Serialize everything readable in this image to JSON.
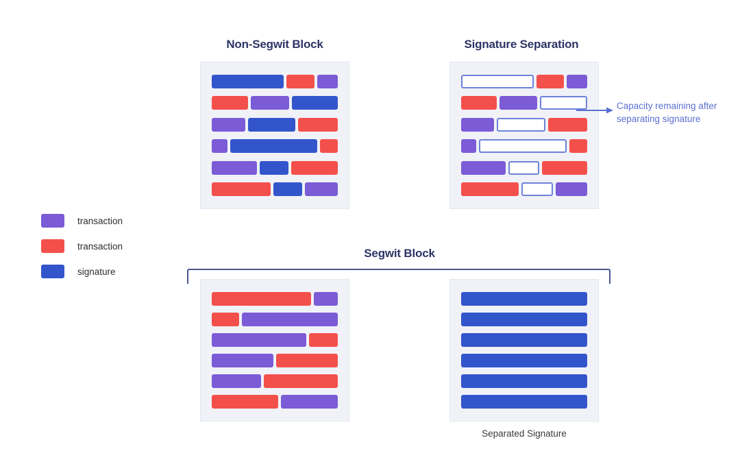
{
  "titles": {
    "non_segwit": "Non-Segwit Block",
    "signature_separation": "Signature Separation",
    "segwit": "Segwit Block"
  },
  "callout": {
    "text": "Capacity remaining after separating signature",
    "color": "#5b6fd0",
    "arrow_icon": "arrow-right-icon"
  },
  "caption": {
    "separated_signature": "Separated Signature"
  },
  "legend": {
    "items": [
      {
        "label": "transaction",
        "type": "transaction-purple",
        "color": "#7b5bd6"
      },
      {
        "label": "transaction",
        "type": "transaction-red",
        "color": "#f4504b"
      },
      {
        "label": "signature",
        "type": "signature-blue",
        "color": "#3355cc"
      }
    ]
  },
  "colors": {
    "transaction_purple": "#7b5bd6",
    "transaction_red": "#f4504b",
    "signature_blue": "#3355cc",
    "signature_hollow_border": "#6d82d8",
    "panel_background": "#f0f2f8",
    "title_text": "#2d3466",
    "bracket": "#4a5590"
  },
  "chart_data": {
    "type": "diagram",
    "title": "SegWit block capacity comparison",
    "panels": [
      {
        "name": "non-segwit-block",
        "title": "Non-Segwit Block",
        "rows": [
          [
            {
              "type": "signature-blue",
              "w": 97
            },
            {
              "type": "transaction-red",
              "w": 38
            },
            {
              "type": "transaction-purple",
              "w": 28
            }
          ],
          [
            {
              "type": "transaction-red",
              "w": 30
            },
            {
              "type": "transaction-purple",
              "w": 32
            },
            {
              "type": "signature-blue",
              "w": 38
            }
          ],
          [
            {
              "type": "transaction-purple",
              "w": 28
            },
            {
              "type": "signature-blue",
              "w": 39
            },
            {
              "type": "transaction-red",
              "w": 33
            }
          ],
          [
            {
              "type": "transaction-purple",
              "w": 13
            },
            {
              "type": "signature-blue",
              "w": 72
            },
            {
              "type": "transaction-red",
              "w": 15
            }
          ],
          [
            {
              "type": "transaction-purple",
              "w": 33
            },
            {
              "type": "signature-blue",
              "w": 21
            },
            {
              "type": "transaction-red",
              "w": 34
            }
          ],
          [
            {
              "type": "transaction-red",
              "w": 49
            },
            {
              "type": "signature-blue",
              "w": 24
            },
            {
              "type": "transaction-purple",
              "w": 27
            }
          ]
        ]
      },
      {
        "name": "signature-separation",
        "title": "Signature Separation",
        "rows": [
          [
            {
              "type": "signature-hollow",
              "w": 97
            },
            {
              "type": "transaction-red",
              "w": 38
            },
            {
              "type": "transaction-purple",
              "w": 28
            }
          ],
          [
            {
              "type": "transaction-red",
              "w": 30
            },
            {
              "type": "transaction-purple",
              "w": 32
            },
            {
              "type": "signature-hollow",
              "w": 38
            }
          ],
          [
            {
              "type": "transaction-purple",
              "w": 28
            },
            {
              "type": "signature-hollow",
              "w": 39
            },
            {
              "type": "transaction-red",
              "w": 33
            }
          ],
          [
            {
              "type": "transaction-purple",
              "w": 13
            },
            {
              "type": "signature-hollow",
              "w": 72
            },
            {
              "type": "transaction-red",
              "w": 15
            }
          ],
          [
            {
              "type": "transaction-purple",
              "w": 33
            },
            {
              "type": "signature-hollow",
              "w": 21
            },
            {
              "type": "transaction-red",
              "w": 34
            }
          ],
          [
            {
              "type": "transaction-red",
              "w": 49
            },
            {
              "type": "signature-hollow",
              "w": 24
            },
            {
              "type": "transaction-purple",
              "w": 27
            }
          ]
        ]
      },
      {
        "name": "segwit-block-transactions",
        "title": "Segwit Block",
        "rows": [
          [
            {
              "type": "transaction-red",
              "w": 79
            },
            {
              "type": "transaction-purple",
              "w": 19
            }
          ],
          [
            {
              "type": "transaction-red",
              "w": 22
            },
            {
              "type": "transaction-purple",
              "w": 76
            }
          ],
          [
            {
              "type": "transaction-purple",
              "w": 75
            },
            {
              "type": "transaction-red",
              "w": 23
            }
          ],
          [
            {
              "type": "transaction-purple",
              "w": 49
            },
            {
              "type": "transaction-red",
              "w": 49
            }
          ],
          [
            {
              "type": "transaction-purple",
              "w": 39
            },
            {
              "type": "transaction-red",
              "w": 59
            }
          ],
          [
            {
              "type": "transaction-red",
              "w": 53
            },
            {
              "type": "transaction-purple",
              "w": 45
            }
          ]
        ]
      },
      {
        "name": "separated-signature",
        "title": "Separated Signature",
        "rows": [
          [
            {
              "type": "signature-blue",
              "w": 100
            }
          ],
          [
            {
              "type": "signature-blue",
              "w": 100
            }
          ],
          [
            {
              "type": "signature-blue",
              "w": 100
            }
          ],
          [
            {
              "type": "signature-blue",
              "w": 100
            }
          ],
          [
            {
              "type": "signature-blue",
              "w": 100
            }
          ],
          [
            {
              "type": "signature-blue",
              "w": 100
            }
          ]
        ]
      }
    ]
  }
}
